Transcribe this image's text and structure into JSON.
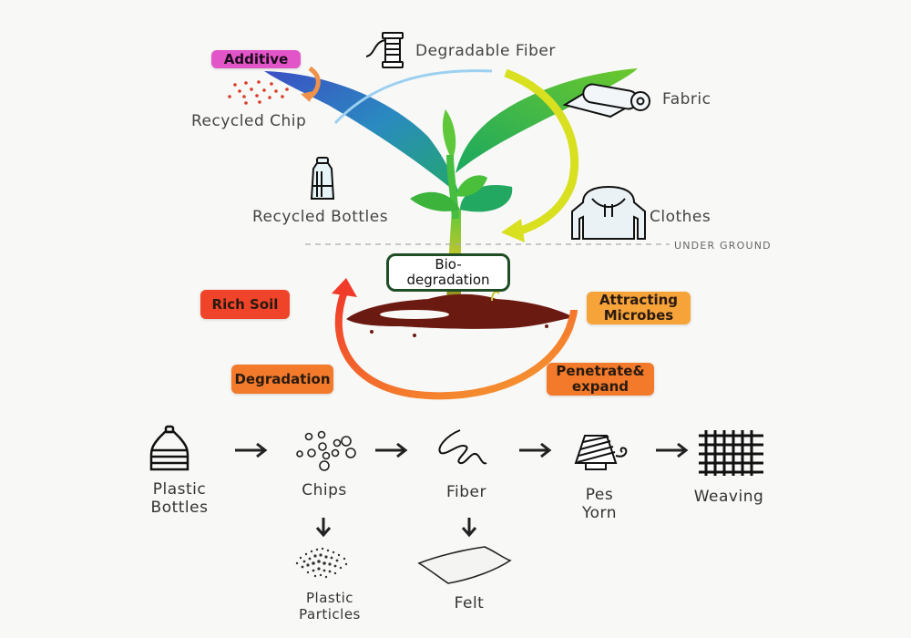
{
  "upper_cycle": {
    "additive_tag": "Additive",
    "recycled_chip": "Recycled Chip",
    "degradable_fiber": "Degradable Fiber",
    "fabric": "Fabric",
    "recycled_bottles": "Recycled Bottles",
    "clothes": "Clothes",
    "under_ground": "UNDER GROUND"
  },
  "soil_cycle": {
    "biodegradation": "Bio-\ndegradation",
    "rich_soil": "Rich Soil",
    "attracting_microbes": "Attracting\nMicrobes",
    "degradation": "Degradation",
    "penetrate_expand": "Penetrate&\nexpand"
  },
  "process_flow": {
    "steps": [
      {
        "label": "Plastic\nBottles",
        "icon": "plastic-bottle-icon"
      },
      {
        "label": "Chips",
        "icon": "chips-icon"
      },
      {
        "label": "Fiber",
        "icon": "fiber-icon"
      },
      {
        "label": "Pes\nYorn",
        "icon": "yarn-cone-icon"
      },
      {
        "label": "Weaving",
        "icon": "weaving-grid-icon"
      }
    ],
    "branches": [
      {
        "from": "Chips",
        "label": "Plastic\nParticles",
        "icon": "plastic-particles-icon"
      },
      {
        "from": "Fiber",
        "label": "Felt",
        "icon": "felt-sheet-icon"
      }
    ]
  },
  "colors": {
    "additive": "#e255c8",
    "rich_soil": "#f0442a",
    "degradation": "#f27a2a",
    "attracting_microbes": "#f6a33a",
    "penetrate_expand": "#f27a2a",
    "leaf_green": "#3cb43c",
    "soil": "#6b1a12",
    "bio_border": "#1f4d26"
  }
}
